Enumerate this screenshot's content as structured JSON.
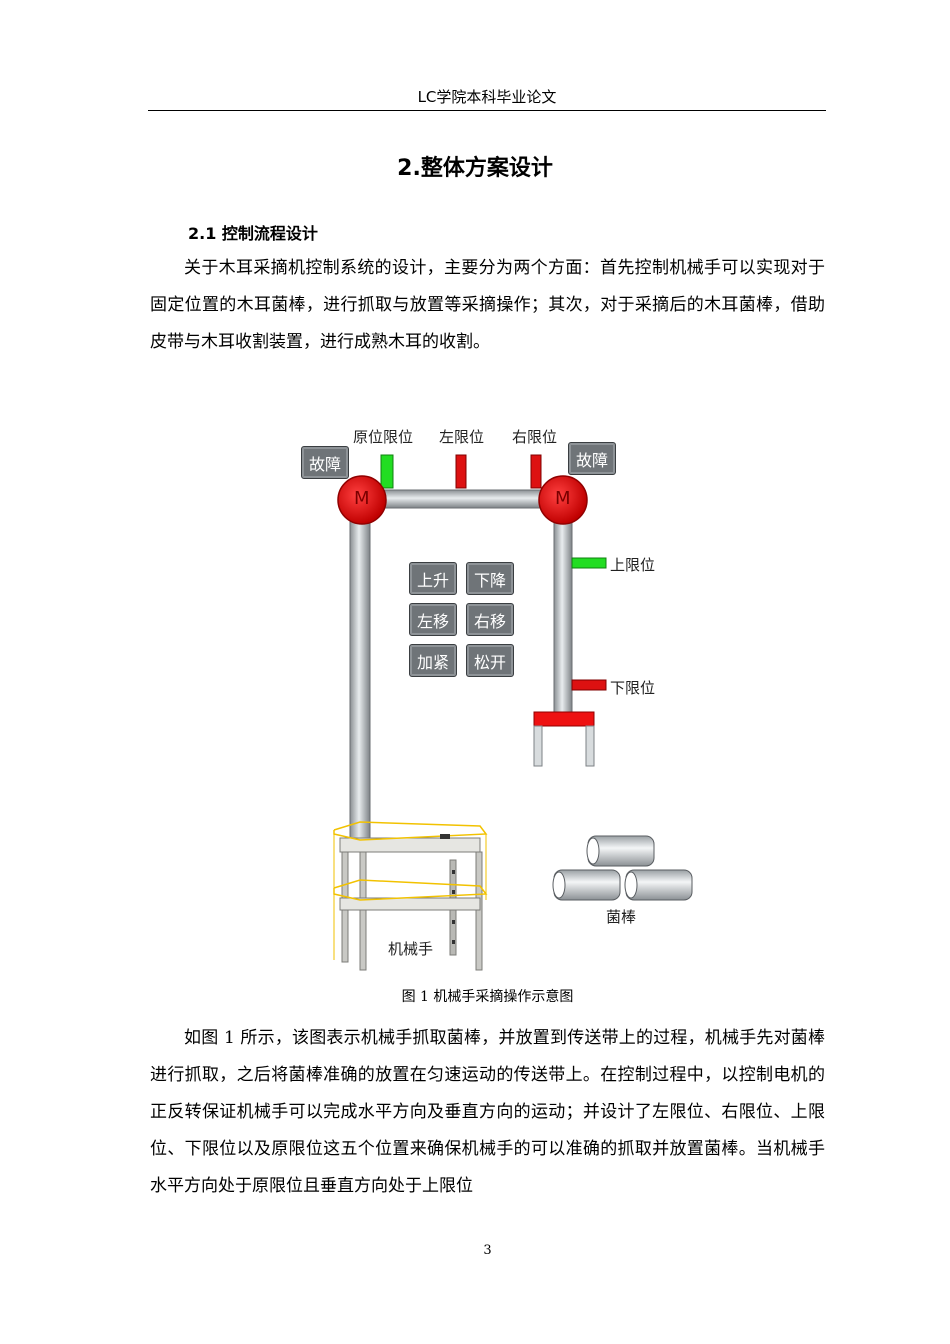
{
  "header": {
    "text": "LC学院本科毕业论文"
  },
  "chapter_title": "2.整体方案设计",
  "section_title": "2.1  控制流程设计",
  "paragraph1": "关于木耳采摘机控制系统的设计，主要分为两个方面：首先控制机械手可以实现对于固定位置的木耳菌棒，进行抓取与放置等采摘操作；其次，对于采摘后的木耳菌棒，借助皮带与木耳收割装置，进行成熟木耳的收割。",
  "figure": {
    "labels": {
      "home_limit": "原位限位",
      "left_limit": "左限位",
      "right_limit": "右限位",
      "upper_limit": "上限位",
      "lower_limit": "下限位",
      "fault_left": "故障",
      "fault_right": "故障",
      "motor_left": "M",
      "motor_right": "M",
      "robot_arm": "机械手",
      "log": "菌棒"
    },
    "buttons": {
      "up": "上升",
      "down": "下降",
      "left": "左移",
      "right": "右移",
      "clamp": "加紧",
      "release": "松开"
    },
    "colors": {
      "active": "#22dd22",
      "inactive": "#dd1111",
      "motor": "#e00000",
      "button": "#6f7478"
    }
  },
  "caption": "图 1  机械手采摘操作示意图",
  "paragraph2": "如图 1 所示，该图表示机械手抓取菌棒，并放置到传送带上的过程，机械手先对菌棒进行抓取，之后将菌棒准确的放置在匀速运动的传送带上。在控制过程中，以控制电机的正反转保证机械手可以完成水平方向及垂直方向的运动；并设计了左限位、右限位、上限位、下限位以及原限位这五个位置来确保机械手的可以准确的抓取并放置菌棒。当机械手水平方向处于原限位且垂直方向处于上限位",
  "page_number": "3"
}
